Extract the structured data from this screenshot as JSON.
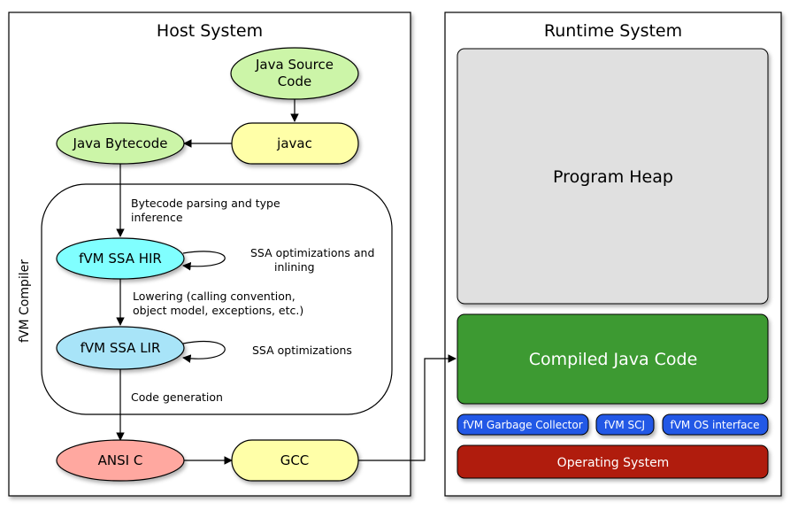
{
  "host": {
    "title": "Host System",
    "nodes": {
      "java_source": [
        "Java Source",
        "Code"
      ],
      "javac": "javac",
      "java_bytecode": "Java Bytecode",
      "hir": "fVM SSA HIR",
      "lir": "fVM SSA LIR",
      "ansi_c": "ANSI C",
      "gcc": "GCC"
    },
    "compiler_label": "fVM Compiler",
    "edge_labels": {
      "parsing": [
        "Bytecode parsing and type",
        "inference"
      ],
      "hir_opt": [
        "SSA optimizations and",
        "inlining"
      ],
      "lowering": [
        "Lowering (calling convention,",
        "object model, exceptions, etc.)"
      ],
      "lir_opt": "SSA optimizations",
      "codegen": "Code generation"
    }
  },
  "runtime": {
    "title": "Runtime System",
    "program_heap": "Program Heap",
    "compiled_code": "Compiled Java Code",
    "components": [
      "fVM Garbage Collector",
      "fVM SCJ",
      "fVM OS interface"
    ],
    "os": "Operating System"
  },
  "colors": {
    "green_node": "#ccf5a8",
    "yellow_node": "#ffffa8",
    "cyan_node": "#80ffff",
    "lightblue_node": "#a8e4f8",
    "salmon_node": "#ffa8a0",
    "heap_gray": "#e0e0e0",
    "compiled_green": "#3c9a32",
    "pill_blue": "#2458e6",
    "os_red": "#b01e0a"
  }
}
